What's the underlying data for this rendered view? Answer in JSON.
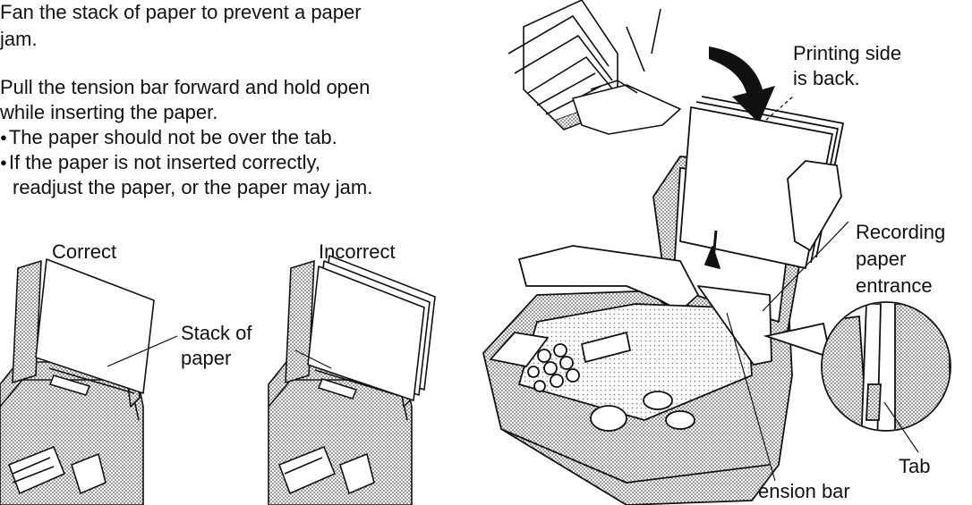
{
  "instructions": {
    "step_fan": {
      "line1": "Fan the stack of paper to prevent a paper",
      "line2": "jam."
    },
    "step_pull": {
      "line1": "Pull the tension bar forward and hold open",
      "line2": "while inserting the paper."
    },
    "notes": [
      {
        "line1": "The paper should not be over the tab."
      },
      {
        "line1": "If the paper is not inserted correctly,",
        "line2": "readjust the paper, or the paper may jam."
      }
    ]
  },
  "figures": {
    "correct_label": "Correct",
    "incorrect_label": "Incorrect",
    "stack_label": {
      "line1": "Stack of",
      "line2": "paper"
    }
  },
  "callouts": {
    "printing_side": {
      "line1": "Printing side",
      "line2": "is back."
    },
    "recording_entrance": {
      "line1": "Recording",
      "line2": "paper",
      "line3": "entrance"
    },
    "tab": "Tab",
    "tension_bar": "Tension bar"
  }
}
